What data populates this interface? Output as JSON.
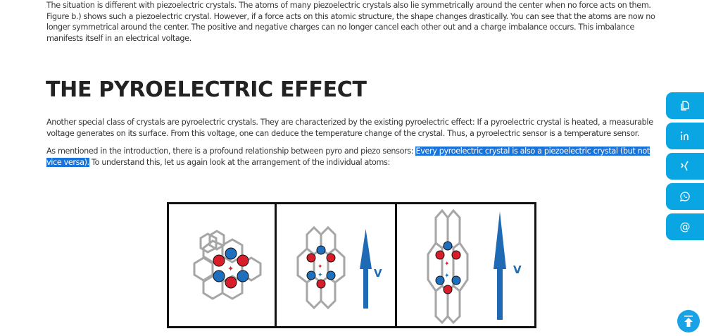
{
  "article": {
    "intro_paragraph": "The situation is different with piezoelectric crystals. The atoms of many piezoelectric crystals also lie symmetrically around the center when no force acts on them. Figure b.) shows such a piezoelectric crystal. However, if a force acts on this atomic structure, the shape changes drastically. You can see that the atoms are now no longer symmetrical around the center. The positive and negative charges can no longer cancel each other out and a charge imbalance occurs. This imbalance manifests itself in an electrical voltage.",
    "section_title": "THE PYROELECTRIC EFFECT",
    "pyro_paragraph_1": "Another special class of crystals are pyroelectric crystals. They are characterized by the existing pyroelectric effect: If a pyroelectric crystal is heated, a measurable voltage generates on its surface. From this voltage, one can deduce the temperature change of the crystal. Thus, a pyroelectric sensor is a temperature sensor.",
    "pyro_paragraph_2_before": "As mentioned in the introduction, there is a profound relationship between pyro and piezo sensors: ",
    "pyro_paragraph_2_highlight": "Every pyroelectric crystal is also a piezoelectric crystal (but not vice versa).",
    "pyro_paragraph_2_after": " To understand this, let us again look at the arrangement of the individual atoms:"
  },
  "figure": {
    "panels": [
      {
        "id": "a",
        "voltage_label": ""
      },
      {
        "id": "b",
        "voltage_label": "V"
      },
      {
        "id": "c",
        "voltage_label": "V"
      }
    ],
    "colors": {
      "lattice": "#a6a6a6",
      "positive_atom": "#d81e2a",
      "negative_atom": "#1f6fbf",
      "arrow": "#1f6ab4",
      "border": "#111111"
    }
  },
  "share_bar": {
    "items": [
      {
        "name": "copy",
        "icon": "copy-icon"
      },
      {
        "name": "linkedin",
        "icon": "linkedin-icon"
      },
      {
        "name": "xing",
        "icon": "xing-icon"
      },
      {
        "name": "whatsapp",
        "icon": "whatsapp-icon"
      },
      {
        "name": "email",
        "icon": "at-icon"
      }
    ],
    "color": "#0aa6e3"
  },
  "back_to_top": {
    "icon": "arrow-up-icon",
    "color": "#1aa2e6"
  }
}
